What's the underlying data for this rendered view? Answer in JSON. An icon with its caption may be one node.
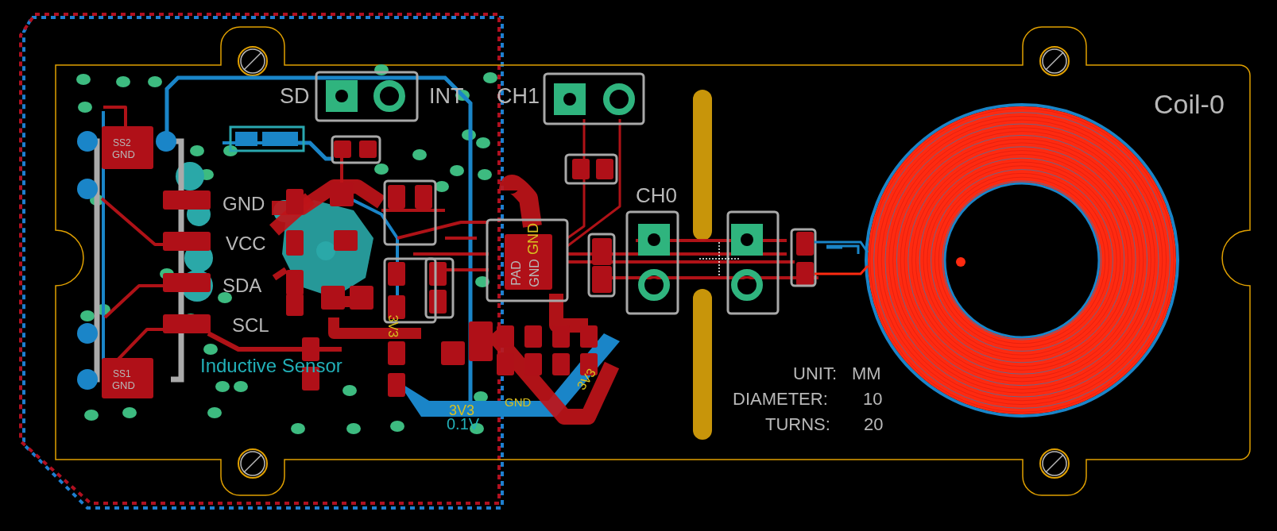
{
  "diagram": {
    "labels": [
      "SD",
      "INT",
      "CH1",
      "SS2",
      "GND",
      "GND",
      "VCC",
      "SDA",
      "SCL",
      "SS1",
      "GND",
      "CH0",
      "GND",
      "PAD",
      "GND",
      "Inductive Sensor",
      "3V3",
      "3V3",
      "GND",
      "3V3",
      "0.1V",
      "Coil-0",
      "UNIT:",
      "MM",
      "DIAMETER:",
      "10",
      "TURNS:",
      "20"
    ]
  }
}
